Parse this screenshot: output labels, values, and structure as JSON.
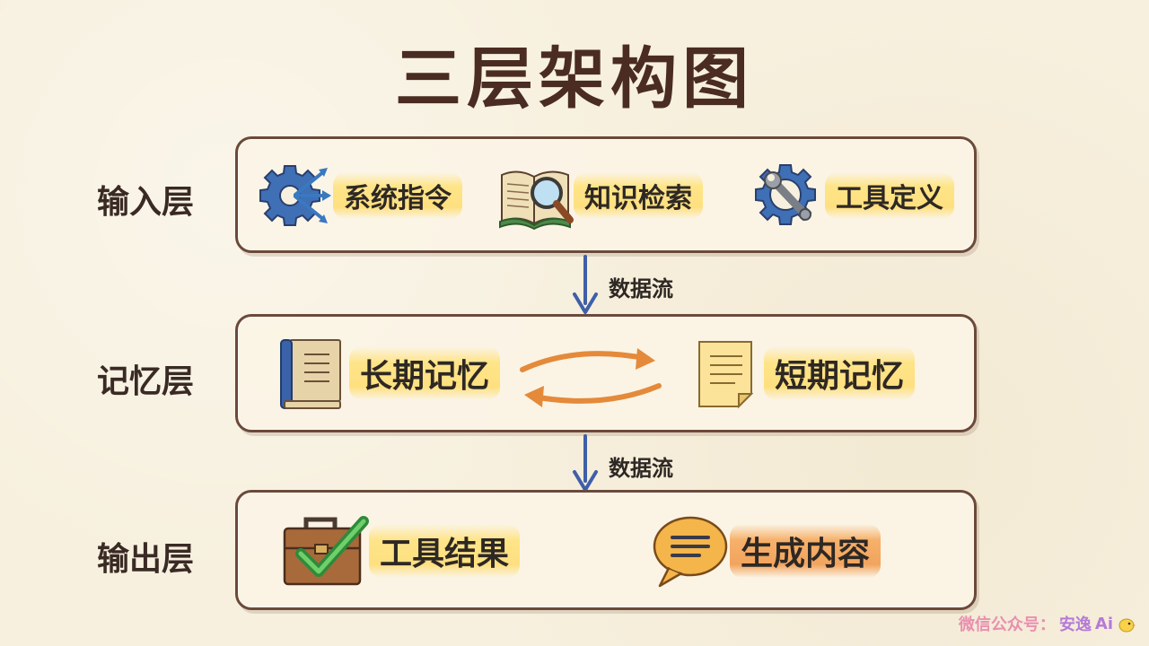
{
  "title": "三层架构图",
  "layers": {
    "input": {
      "label": "输入层",
      "items": [
        {
          "label": "系统指令",
          "icon": "gear-arrows-icon"
        },
        {
          "label": "知识检索",
          "icon": "book-magnifier-icon"
        },
        {
          "label": "工具定义",
          "icon": "gear-wrench-icon"
        }
      ]
    },
    "memory": {
      "label": "记忆层",
      "items": [
        {
          "label": "长期记忆",
          "icon": "book-icon"
        },
        {
          "label": "短期记忆",
          "icon": "note-icon"
        }
      ],
      "exchange_icon": "swap-arrows-icon"
    },
    "output": {
      "label": "输出层",
      "items": [
        {
          "label": "工具结果",
          "icon": "toolbox-check-icon"
        },
        {
          "label": "生成内容",
          "icon": "speech-bubble-icon"
        }
      ]
    }
  },
  "flows": [
    {
      "label": "数据流"
    },
    {
      "label": "数据流"
    }
  ],
  "watermark": {
    "prefix": "微信公众号：",
    "name": "安逸",
    "suffix": "Ai"
  },
  "colors": {
    "background": "#f7f0de",
    "border": "#6b4a3a",
    "highlight_yellow": "#ffe278",
    "highlight_orange": "#f0964a",
    "arrow_blue": "#3f5fa8",
    "cycle_orange": "#e48a3a"
  }
}
